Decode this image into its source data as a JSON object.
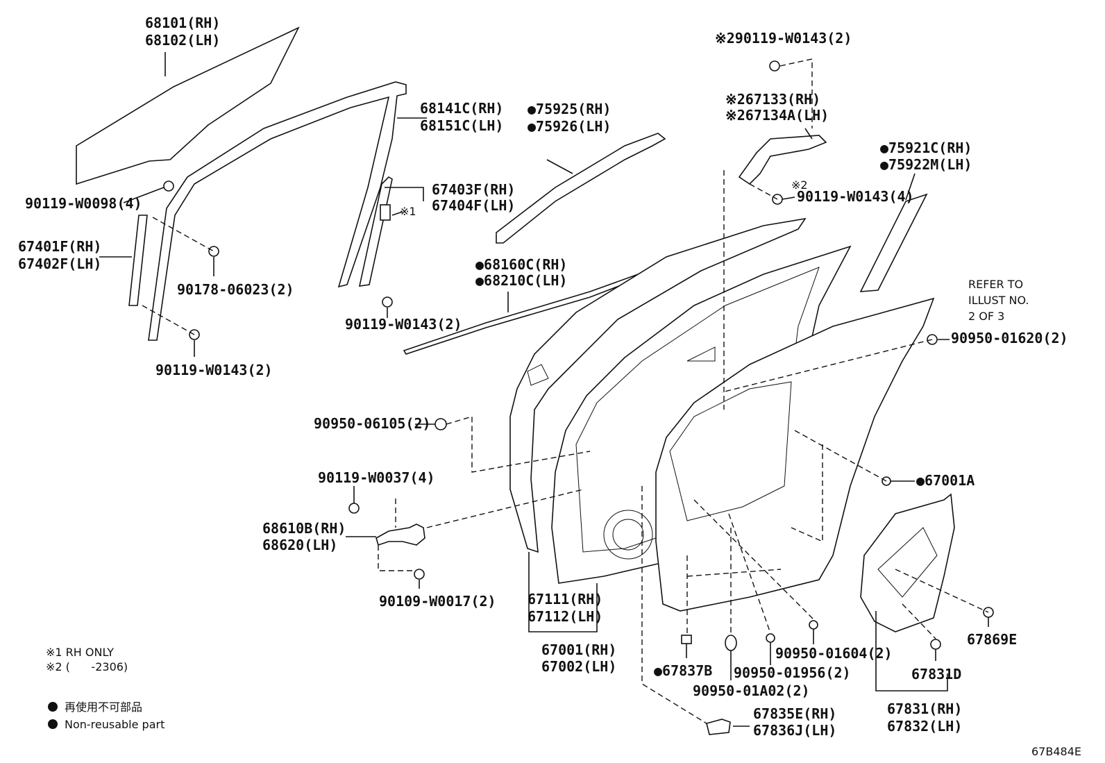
{
  "diagram_code": "67B484E",
  "labels": {
    "glass_rh": "68101(RH)",
    "glass_lh": "68102(LH)",
    "run_rh": "68141C(RH)",
    "run_lh": "68151C(LH)",
    "mold925": "●75925(RH)",
    "mold926": "●75926(LH)",
    "ch403": "67403F(RH)",
    "ch404": "67404F(LH)",
    "note1_tag": "※1",
    "bolt98": "90119-W0098(4)",
    "ch401": "67401F(RH)",
    "ch402": "67402F(LH)",
    "nut178": "90178-06023(2)",
    "bolt143_a": "90119-W0143(2)",
    "bolt143_b": "90119-W0143(2)",
    "mold160": "●68160C(RH)",
    "mold210": "●68210C(LH)",
    "top_bolt": "※290119-W0143(2)",
    "br133": "※267133(RH)",
    "br134": "※267134A(LH)",
    "note2_tag": "※2",
    "bolt143_4": "90119-W0143(4)",
    "tape921": "●75921C(RH)",
    "tape922": "●75922M(LH)",
    "refer1": "REFER TO",
    "refer2": "ILLUST NO.",
    "refer3": "2 OF 3",
    "clip1620": "90950-01620(2)",
    "plug105": "90950-06105(2)",
    "hole001a": "●67001A",
    "bolt37": "90119-W0037(4)",
    "chk610": "68610B(RH)",
    "chk620": "68620(LH)",
    "bolt17": "90109-W0017(2)",
    "panel111": "67111(RH)",
    "panel112": "67112(LH)",
    "door001": "67001(RH)",
    "door002": "67002(LH)",
    "cov869": "67869E",
    "cov831d": "67831D",
    "cov831": "67831(RH)",
    "cov832": "67832(LH)",
    "plug1604": "90950-01604(2)",
    "plug1956": "90950-01956(2)",
    "plug1a02": "90950-01A02(2)",
    "clip837": "●67837B",
    "cap835": "67835E(RH)",
    "cap836": "67836J(LH)"
  },
  "notes": {
    "n1": "※1 RH ONLY",
    "n2": "※2 (      -2306)",
    "legend_jp": "再使用不可部品",
    "legend_en": "Non-reusable part"
  }
}
